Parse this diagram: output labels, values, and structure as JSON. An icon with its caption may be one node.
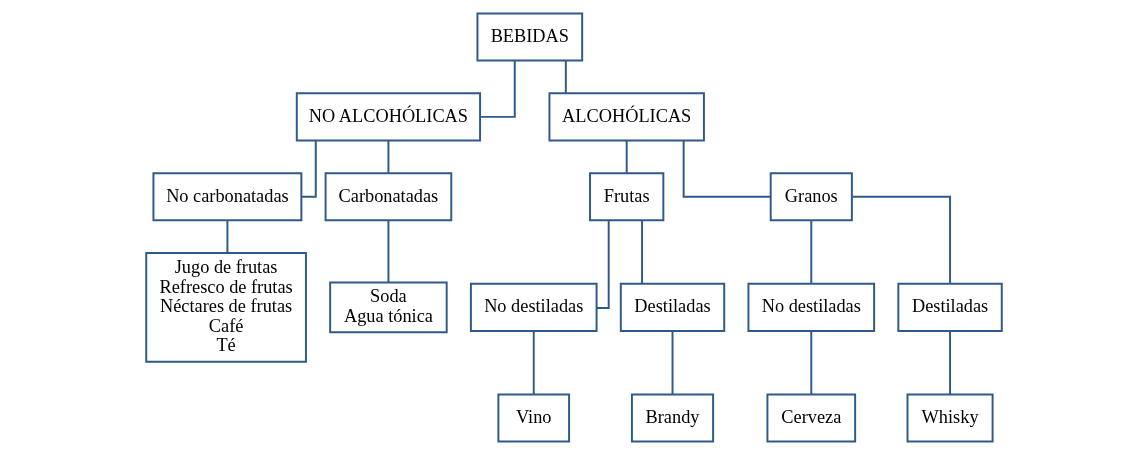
{
  "diagram": {
    "nodes": [
      {
        "text": [
          "BEBIDAS"
        ]
      },
      {
        "text": [
          "NO ALCOHÓLICAS"
        ]
      },
      {
        "text": [
          "ALCOHÓLICAS"
        ]
      },
      {
        "text": [
          "No carbonatadas"
        ]
      },
      {
        "text": [
          "Carbonatadas"
        ]
      },
      {
        "text": [
          "Jugo de frutas",
          "Refresco de frutas",
          "Néctares de frutas",
          "Café",
          "Té"
        ]
      },
      {
        "text": [
          "Soda",
          "Agua tónica"
        ]
      },
      {
        "text": [
          "Frutas"
        ]
      },
      {
        "text": [
          "Granos"
        ]
      },
      {
        "text": [
          "No destiladas"
        ]
      },
      {
        "text": [
          "Destiladas"
        ]
      },
      {
        "text": [
          "No destiladas"
        ]
      },
      {
        "text": [
          "Destiladas"
        ]
      },
      {
        "text": [
          "Vino"
        ]
      },
      {
        "text": [
          "Brandy"
        ]
      },
      {
        "text": [
          "Cerveza"
        ]
      },
      {
        "text": [
          "Whisky"
        ]
      }
    ],
    "edges": [
      {
        "from": 0,
        "to": 1,
        "arrow": "none"
      },
      {
        "from": 0,
        "to": 2,
        "arrow": "none"
      },
      {
        "from": 1,
        "to": 3,
        "arrow": "none"
      },
      {
        "from": 1,
        "to": 4,
        "arrow": "none"
      },
      {
        "from": 3,
        "to": 5,
        "arrow": "none"
      },
      {
        "from": 4,
        "to": 6,
        "arrow": "none"
      },
      {
        "from": 2,
        "to": 7,
        "arrow": "none"
      },
      {
        "from": 2,
        "to": 8,
        "arrow": "none"
      },
      {
        "from": 7,
        "to": 9,
        "arrow": "none"
      },
      {
        "from": 7,
        "to": 10,
        "arrow": "none"
      },
      {
        "from": 8,
        "to": 11,
        "arrow": "none"
      },
      {
        "from": 8,
        "to": 12,
        "arrow": "none"
      },
      {
        "from": 9,
        "to": 13,
        "arrow": "none"
      },
      {
        "from": 10,
        "to": 14,
        "arrow": "none"
      },
      {
        "from": 11,
        "to": 15,
        "arrow": "none"
      },
      {
        "from": 12,
        "to": 16,
        "arrow": "none"
      }
    ]
  }
}
